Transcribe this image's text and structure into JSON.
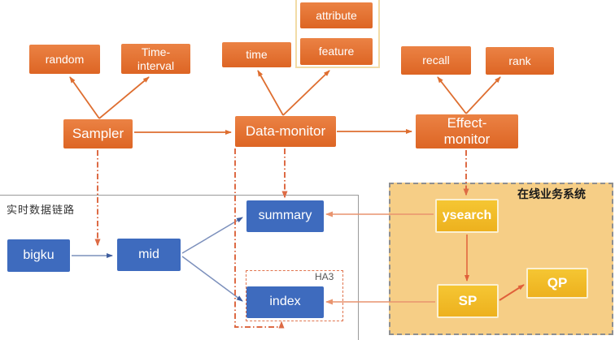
{
  "diagram": {
    "left_region_label": "实时数据链路",
    "right_region_label": "在线业务系统",
    "ha3_label": "HA3",
    "nodes": {
      "random": "random",
      "time_interval": "Time-\ninterval",
      "time": "time",
      "attribute": "attribute",
      "feature": "feature",
      "recall": "recall",
      "rank": "rank",
      "sampler": "Sampler",
      "data_monitor": "Data-monitor",
      "effect_monitor": "Effect-\nmonitor",
      "bigku": "bigku",
      "mid": "mid",
      "summary": "summary",
      "index": "index",
      "ysearch": "ysearch",
      "sp": "SP",
      "qp": "QP"
    },
    "colors": {
      "orange_box": "#E06F2C",
      "blue_box": "#3E6BBE",
      "yellow_box": "#F2BE2B",
      "online_region_fill": "#F6CE86",
      "dash_connector": "#DD6B45",
      "salmon_arrow": "#E9946E",
      "blue_arrow": "#7C90BC",
      "gray_border": "#9A9A9A"
    }
  }
}
